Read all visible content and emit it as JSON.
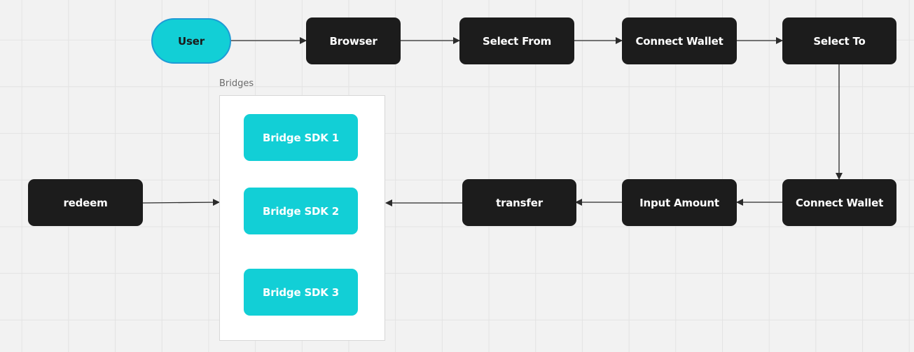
{
  "diagram": {
    "start": {
      "label": "User"
    },
    "top_row": [
      {
        "label": "Browser"
      },
      {
        "label": "Select From"
      },
      {
        "label": "Connect Wallet"
      },
      {
        "label": "Select To"
      }
    ],
    "bottom_row": [
      {
        "label": "Connect Wallet"
      },
      {
        "label": "Input Amount"
      },
      {
        "label": "transfer"
      }
    ],
    "redeem": {
      "label": "redeem"
    },
    "bridges_group": {
      "title": "Bridges",
      "items": [
        {
          "label": "Bridge SDK 1"
        },
        {
          "label": "Bridge SDK 2"
        },
        {
          "label": "Bridge SDK 3"
        }
      ]
    },
    "colors": {
      "dark_node": "#1c1c1c",
      "accent_node": "#12cfd6",
      "accent_border": "#1e9bd6",
      "connector": "#2b2b2b"
    }
  }
}
